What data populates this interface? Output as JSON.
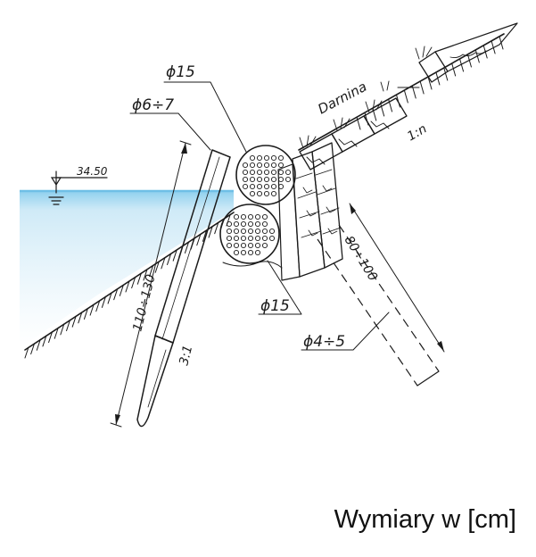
{
  "labels": {
    "pile_diameter": "ϕ6÷7",
    "fascine_top_diameter": "ϕ15",
    "fascine_bottom_diameter": "ϕ15",
    "peg_diameter": "ϕ4÷5",
    "water_level": "34.50",
    "sod": "Darnina",
    "slope_ratio": "1:n",
    "pile_length": "110÷130",
    "pile_inclination": "3:1",
    "peg_length": "80÷100"
  },
  "caption": "Wymiary w [cm]",
  "colors": {
    "ink": "#1b1b1b",
    "water": "#7fc6e8",
    "water_light": "#eaf6fc"
  }
}
